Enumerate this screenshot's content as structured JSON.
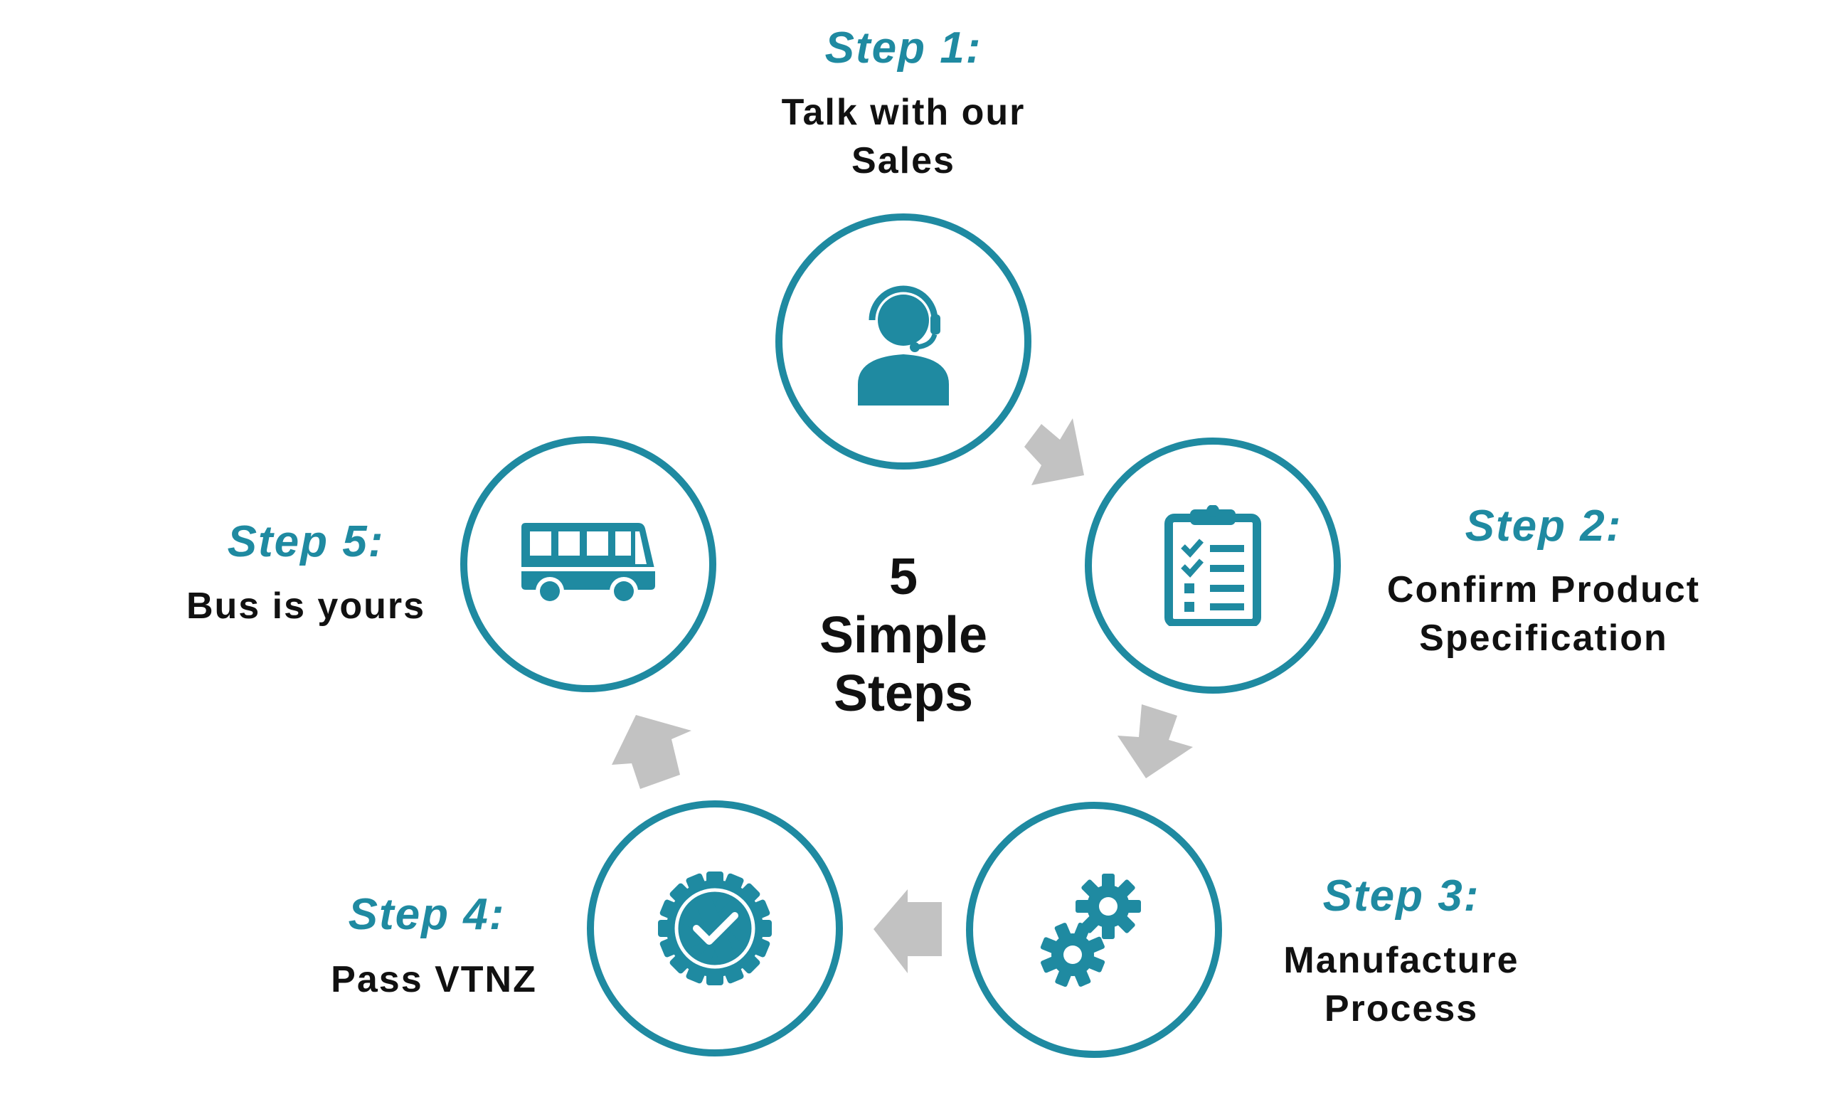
{
  "center": {
    "number": "5",
    "line1": "Simple",
    "line2": "Steps"
  },
  "colors": {
    "accent": "#1f8aa1",
    "arrow": "#c2c2c2",
    "text": "#111111"
  },
  "steps": [
    {
      "title": "Step 1:",
      "desc_lines": [
        "Talk with our",
        "Sales"
      ],
      "icon": "customer-support-headset-icon"
    },
    {
      "title": "Step 2:",
      "desc_lines": [
        "Confirm Product",
        "Specification"
      ],
      "icon": "clipboard-checklist-icon"
    },
    {
      "title": "Step 3:",
      "desc_lines": [
        "Manufacture",
        "Process"
      ],
      "icon": "gears-icon"
    },
    {
      "title": "Step 4:",
      "desc_lines": [
        "Pass VTNZ"
      ],
      "icon": "certified-badge-check-icon"
    },
    {
      "title": "Step 5:",
      "desc_lines": [
        "Bus is yours"
      ],
      "icon": "bus-icon"
    }
  ]
}
